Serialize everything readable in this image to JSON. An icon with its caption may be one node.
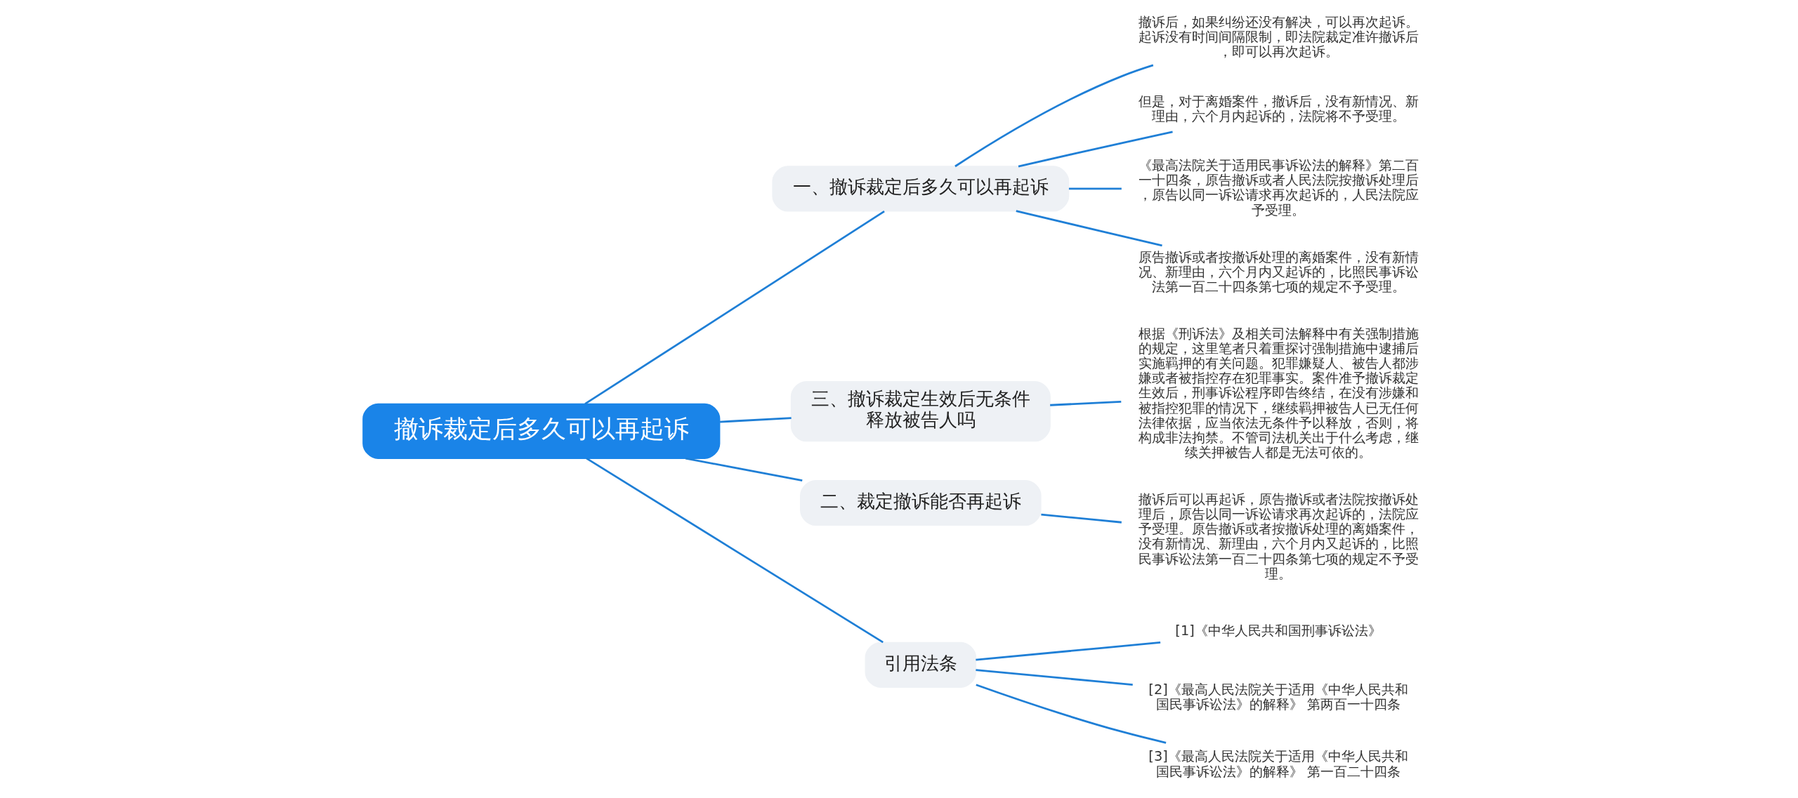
{
  "diagram": {
    "nodes": [
      {
        "text": [
          "撤诉裁定后多久可以再起诉"
        ]
      },
      {
        "text": [
          "一、撤诉裁定后多久可以再起诉"
        ]
      },
      {
        "text": [
          "撤诉后，如果纠纷还没有解决，可以再次起诉。起诉没有时间间隔限制，即法院裁定准许撤诉后，即可以再次起诉。"
        ]
      },
      {
        "text": [
          "但是，对于离婚案件，撤诉后，没有新情况、新理由，六个月内起诉的，法院将不予受理。"
        ]
      },
      {
        "text": [
          "《最高法院关于适用民事诉讼法的解释》第二百一十四条，原告撤诉或者人民法院按撤诉处理后，原告以同一诉讼请求再次起诉的，人民法院应予受理。"
        ]
      },
      {
        "text": [
          "原告撤诉或者按撤诉处理的离婚案件，没有新情况、新理由，六个月内又起诉的，比照民事诉讼法第一百二十四条第七项的规定不予受理。"
        ]
      },
      {
        "text": [
          "三、撤诉裁定生效后无条件释放被告人吗"
        ]
      },
      {
        "text": [
          "根据《刑诉法》及相关司法解释中有关强制措施的规定，这里笔者只着重探讨强制措施中逮捕后实施羁押的有关问题。犯罪嫌疑人、被告人都涉嫌或者被指控存在犯罪事实。案件准予撤诉裁定生效后，刑事诉讼程序即告终结，在没有涉嫌和被指控犯罪的情况下，继续羁押被告人已无任何法律依据，应当依法无条件予以释放，否则，将构成非法拘禁。不管司法机关出于什么考虑，继续关押被告人都是无法可依的。"
        ]
      },
      {
        "text": [
          "二、裁定撤诉能否再起诉"
        ]
      },
      {
        "text": [
          "撤诉后可以再起诉，原告撤诉或者法院按撤诉处理后，原告以同一诉讼请求再次起诉的，法院应予受理。原告撤诉或者按撤诉处理的离婚案件，没有新情况、新理由，六个月内又起诉的，比照民事诉讼法第一百二十四条第七项的规定不予受理。"
        ]
      },
      {
        "text": [
          "引用法条"
        ]
      },
      {
        "text": [
          "[1]《中华人民共和国刑事诉讼法》"
        ]
      },
      {
        "text": [
          "[2]《最高人民法院关于适用《中华人民共和国民事诉讼法》的解释》 第两百一十四条"
        ]
      },
      {
        "text": [
          "[3]《最高人民法院关于适用《中华人民共和国民事诉讼法》的解释》 第一百二十四条"
        ]
      }
    ],
    "edges": [
      {
        "from": 0,
        "to": 1,
        "arrow": "none"
      },
      {
        "from": 1,
        "to": 2,
        "arrow": "none"
      },
      {
        "from": 1,
        "to": 3,
        "arrow": "none"
      },
      {
        "from": 1,
        "to": 4,
        "arrow": "none"
      },
      {
        "from": 1,
        "to": 5,
        "arrow": "none"
      },
      {
        "from": 0,
        "to": 6,
        "arrow": "none"
      },
      {
        "from": 6,
        "to": 7,
        "arrow": "none"
      },
      {
        "from": 0,
        "to": 8,
        "arrow": "none"
      },
      {
        "from": 8,
        "to": 9,
        "arrow": "none"
      },
      {
        "from": 0,
        "to": 10,
        "arrow": "none"
      },
      {
        "from": 10,
        "to": 11,
        "arrow": "none"
      },
      {
        "from": 10,
        "to": 12,
        "arrow": "none"
      },
      {
        "from": 10,
        "to": 13,
        "arrow": "none"
      }
    ]
  }
}
